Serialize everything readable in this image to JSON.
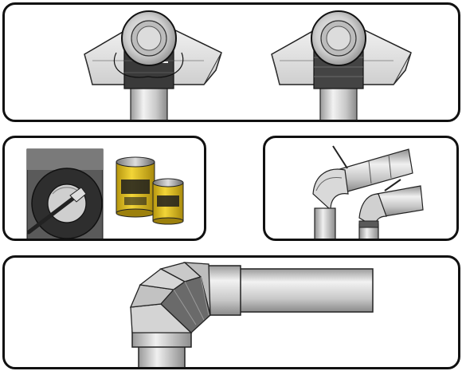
{
  "illustration": {
    "description_panels": [
      {
        "id": "insulated-tee-before-taping"
      },
      {
        "id": "insulated-tee-taped"
      },
      {
        "id": "adhesive-application"
      },
      {
        "id": "insulated-elbow-fittings"
      },
      {
        "id": "mitered-elbow-insulation"
      }
    ]
  },
  "colors": {
    "outline": "#111111",
    "pipe_light": "#e6e6e6",
    "pipe_mid": "#bdbdbd",
    "pipe_dark": "#7a7a7a",
    "insulation_dark": "#3a3a3a",
    "adhesive_yellow": "#e3c21a"
  },
  "cans": {
    "large_label": "",
    "small_label": ""
  }
}
